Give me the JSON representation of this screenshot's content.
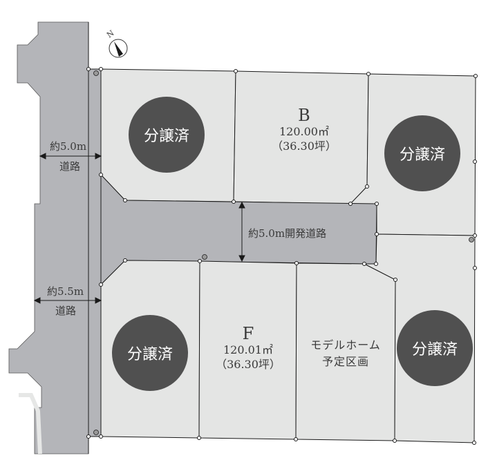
{
  "map": {
    "compass": {
      "label": "N",
      "icon": "north-arrow-icon"
    },
    "roads": {
      "main_road_upper": {
        "width_label": "約5.0m",
        "type_label": "道路"
      },
      "main_road_lower": {
        "width_label": "約5.5m",
        "type_label": "道路"
      },
      "development_road": {
        "label": "約5.0m開発道路"
      }
    },
    "lots": [
      {
        "id": "top-left",
        "status": "分譲済"
      },
      {
        "id": "B",
        "letter": "B",
        "area_m2": "120.00㎡",
        "area_tsubo": "（36.30坪）"
      },
      {
        "id": "top-right",
        "status": "分譲済"
      },
      {
        "id": "bottom-left",
        "status": "分譲済"
      },
      {
        "id": "F",
        "letter": "F",
        "area_m2": "120.01㎡",
        "area_tsubo": "（36.30坪）"
      },
      {
        "id": "model-home",
        "line1": "モデルホーム",
        "line2": "予定区画"
      },
      {
        "id": "bottom-right",
        "status": "分譲済"
      }
    ],
    "colors": {
      "road": "#b4b5b9",
      "lot": "#e4e5e4",
      "sold_badge": "#505050",
      "line": "#1a1a1a"
    }
  }
}
